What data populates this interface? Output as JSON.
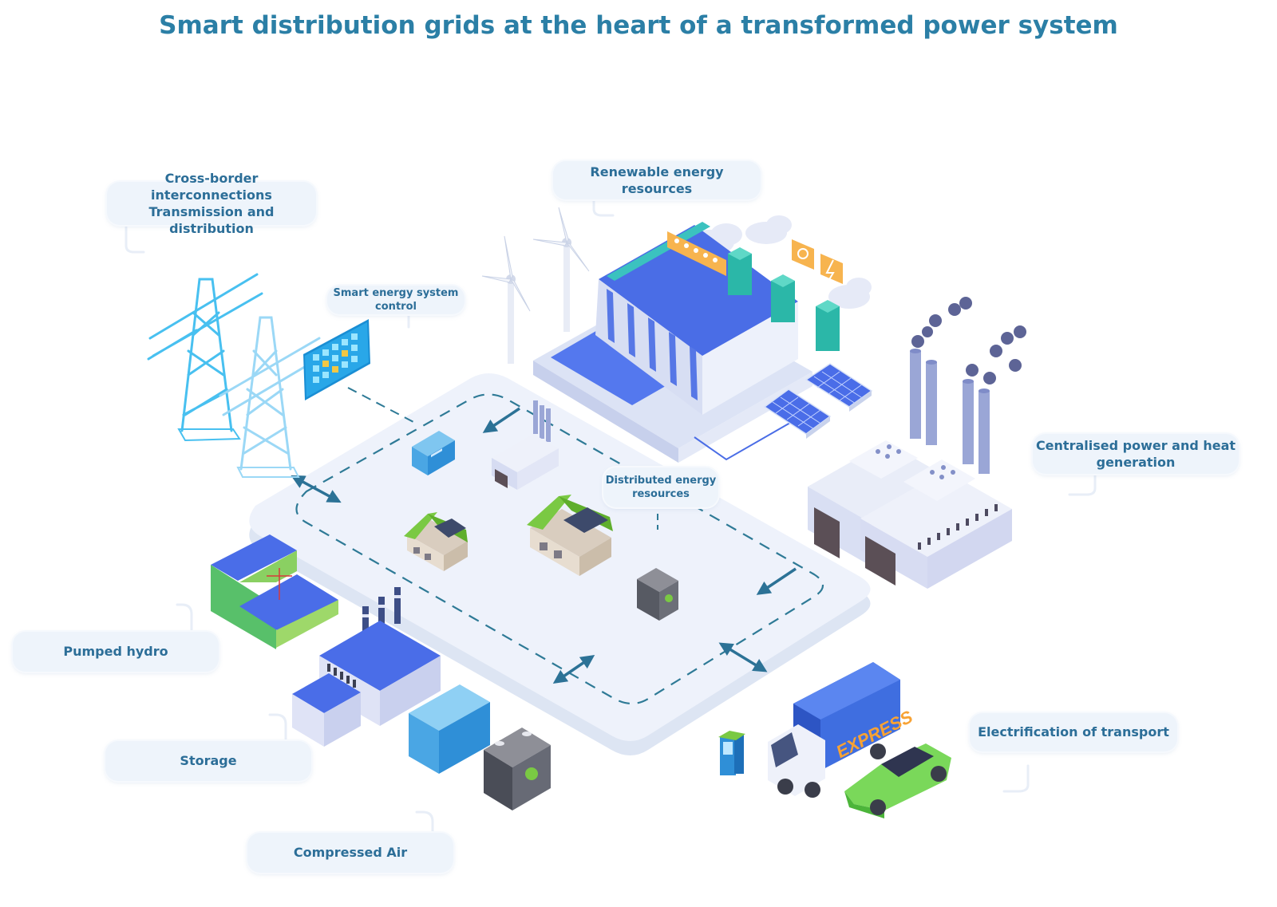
{
  "title": "Smart distribution grids at the heart of a transformed power system",
  "callouts": {
    "cross_border": {
      "line1": "Cross-border interconnections",
      "line2": "Transmission and distribution"
    },
    "renewable": {
      "line1": "Renewable energy resources"
    },
    "smart_control": {
      "line1": "Smart energy system",
      "line2": "control"
    },
    "centralised": {
      "line1": "Centralised power and heat",
      "line2": "generation"
    },
    "distributed": {
      "line1": "Distributed energy",
      "line2": "resources"
    },
    "pumped_hydro": {
      "line1": "Pumped hydro"
    },
    "storage": {
      "line1": "Storage"
    },
    "compressed_air": {
      "line1": "Compressed Air"
    },
    "transport": {
      "line1": "Electrification of transport"
    }
  },
  "truck_text": "EXPRESS",
  "colors": {
    "title": "#2b7fa6",
    "callout_text": "#2c6e98",
    "callout_bg": "#eef4fb",
    "platform": "#eef2fb",
    "arrow": "#2c7296",
    "tower": "#4ac3f0",
    "solar": "#4a6de8",
    "roof_green": "#7ac943"
  }
}
